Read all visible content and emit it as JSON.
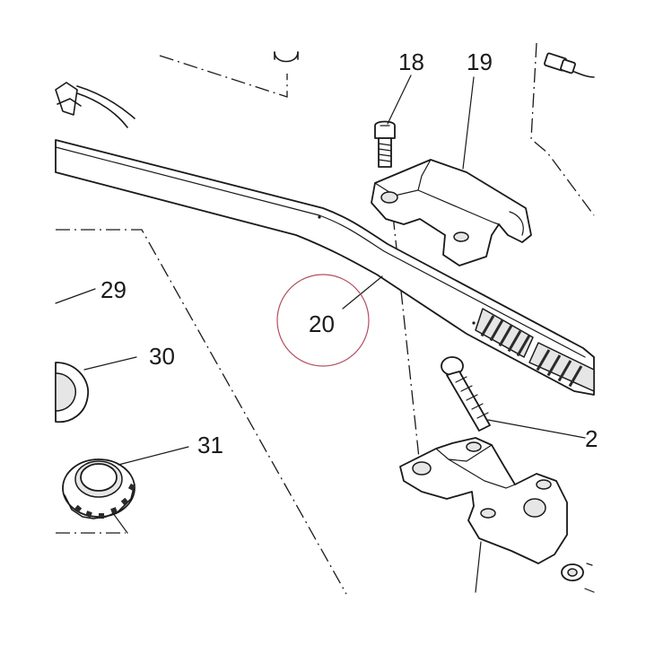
{
  "diagram": {
    "part_labels": {
      "p18": "18",
      "p19": "19",
      "p20": "20",
      "p21": "2",
      "p29": "29",
      "p30": "30",
      "p31": "31"
    },
    "highlighted_part": "20"
  }
}
